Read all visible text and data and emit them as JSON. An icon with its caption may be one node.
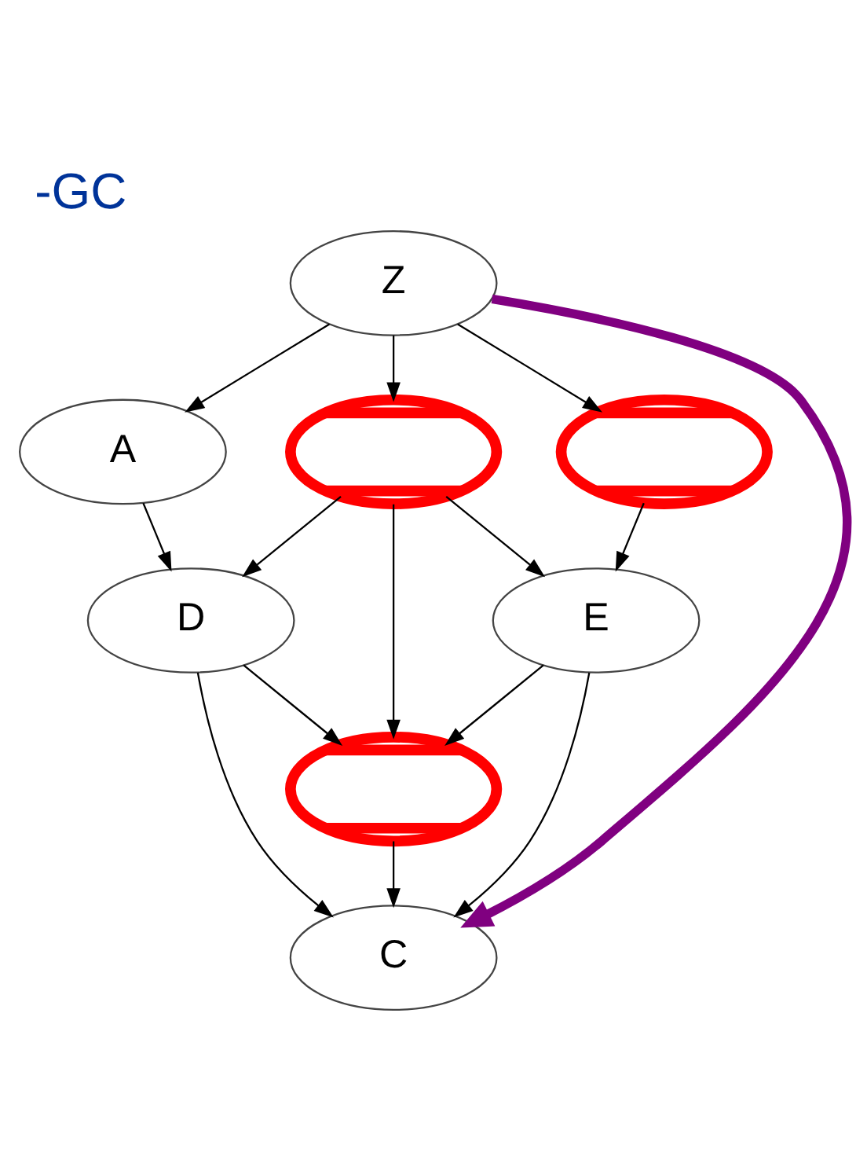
{
  "diagram": {
    "title": "-GC",
    "nodes": [
      {
        "text": [
          "Z"
        ]
      },
      {
        "text": [
          "A"
        ]
      },
      {
        "text": [],
        "shape": "crossed-ellipse"
      },
      {
        "text": [],
        "shape": "crossed-ellipse"
      },
      {
        "text": [
          "D"
        ]
      },
      {
        "text": [
          "E"
        ]
      },
      {
        "text": [],
        "shape": "crossed-ellipse"
      },
      {
        "text": [
          "C"
        ]
      }
    ],
    "edges": [
      {
        "from": 0,
        "to": 1,
        "arrow": "to"
      },
      {
        "from": 0,
        "to": 2,
        "arrow": "to"
      },
      {
        "from": 0,
        "to": 3,
        "arrow": "to"
      },
      {
        "from": 1,
        "to": 4,
        "arrow": "to"
      },
      {
        "from": 2,
        "to": 4,
        "arrow": "to"
      },
      {
        "from": 2,
        "to": 5,
        "arrow": "to"
      },
      {
        "from": 2,
        "to": 6,
        "arrow": "to"
      },
      {
        "from": 3,
        "to": 5,
        "arrow": "to"
      },
      {
        "from": 4,
        "to": 6,
        "arrow": "to"
      },
      {
        "from": 4,
        "to": 7,
        "arrow": "to"
      },
      {
        "from": 5,
        "to": 6,
        "arrow": "to"
      },
      {
        "from": 5,
        "to": 7,
        "arrow": "to"
      },
      {
        "from": 6,
        "to": 7,
        "arrow": "to"
      },
      {
        "from": 0,
        "to": 7,
        "arrow": "to",
        "style": "thick",
        "color": "#800080"
      }
    ]
  }
}
